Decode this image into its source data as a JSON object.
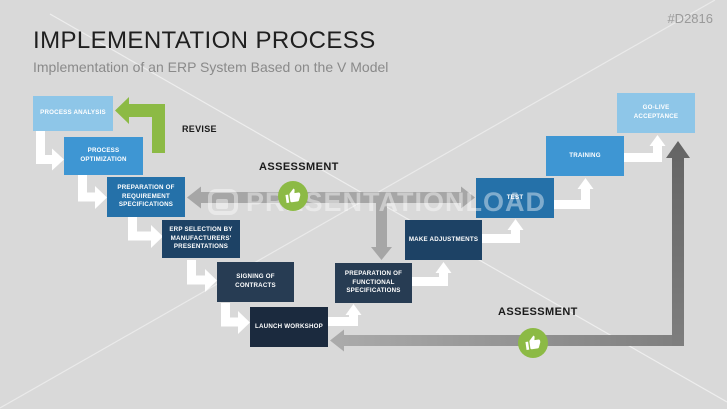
{
  "header": {
    "tag": "#D2816",
    "title": "IMPLEMENTATION PROCESS",
    "subtitle": "Implementation of an ERP System Based on the V Model"
  },
  "annotations": {
    "revise": "REVISE",
    "assessment_top": "ASSESSMENT",
    "assessment_bottom": "ASSESSMENT"
  },
  "watermark": {
    "text": "PRESENTATIONLOAD"
  },
  "steps": [
    {
      "id": "process-analysis",
      "label": "PROCESS ANALYSIS"
    },
    {
      "id": "process-optimization",
      "label": "PROCESS OPTIMIZATION"
    },
    {
      "id": "preparation-of-requirement-specifications",
      "label": "PREPARATION OF REQUIREMENT SPECIFICATIONS"
    },
    {
      "id": "erp-selection-by-manufacturers-presentations",
      "label": "ERP SELECTION BY MANUFACTURERS' PRESENTATIONS"
    },
    {
      "id": "signing-of-contracts",
      "label": "SIGNING OF CONTRACTS"
    },
    {
      "id": "launch-workshop",
      "label": "LAUNCH WORKSHOP"
    },
    {
      "id": "preparation-of-functional-specifications",
      "label": "PREPARATION OF FUNCTIONAL SPECIFICATIONS"
    },
    {
      "id": "make-adjustments",
      "label": "MAKE ADJUSTMENTS"
    },
    {
      "id": "test",
      "label": "TEST"
    },
    {
      "id": "training",
      "label": "TRAINING"
    },
    {
      "id": "go-live-acceptance",
      "label": "GO-LIVE ACCEPTANCE"
    }
  ],
  "icons": {
    "assessment_badge": "thumbs-up",
    "revise_arrow": "green-elbow-arrow-left",
    "flow_arrows": "white-elbow-arrows",
    "assessment_arrows": "gray-double-headed-arrows"
  },
  "palette": {
    "background": "#d9d9d9",
    "step_level_1": "#8ec6e8",
    "step_level_2": "#3e96d3",
    "step_level_3": "#2571a9",
    "step_level_4": "#1d4265",
    "step_level_5": "#273c53",
    "step_level_6": "#1b2a3e",
    "accent_green": "#8cba45",
    "arrow_gray": "#a6a6a6",
    "arrow_dark_gray": "#6f6f6f",
    "title_text": "#1f1f1f",
    "subtitle_text": "#8a8a8a",
    "tag_text": "#9a9a9a"
  }
}
